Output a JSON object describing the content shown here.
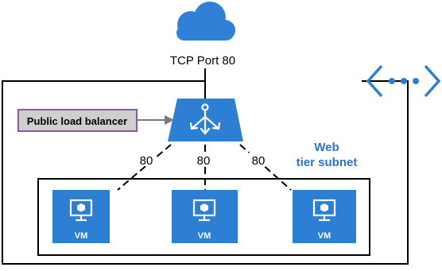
{
  "diagram": {
    "internet": {
      "label": "TCP Port 80",
      "icon": "cloud-icon"
    },
    "load_balancer": {
      "callout": "Public load balancer",
      "icon": "load-balancer-icon"
    },
    "vnet": {
      "icon": "virtual-network-icon"
    },
    "subnet": {
      "label_line1": "Web",
      "label_line2": "tier subnet"
    },
    "ports": [
      "80",
      "80",
      "80"
    ],
    "vms": [
      {
        "label": "VM",
        "icon": "virtual-machine-icon"
      },
      {
        "label": "VM",
        "icon": "virtual-machine-icon"
      },
      {
        "label": "VM",
        "icon": "virtual-machine-icon"
      }
    ],
    "colors": {
      "azure_blue": "#2d7fd3",
      "cloud_blue": "#2f80d6",
      "callout_fill": "#cfcfcf",
      "callout_border": "#8a56a8",
      "line": "#000000",
      "subnet_text": "#2b73c5"
    }
  }
}
